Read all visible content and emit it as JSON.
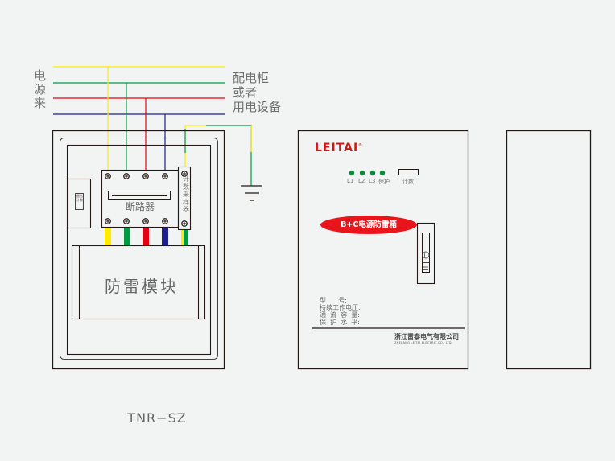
{
  "source_label": "电源来",
  "destination_label": [
    "配电柜",
    "或者",
    "用电设备"
  ],
  "wire_colors": {
    "L1": "#ffea00",
    "L2": "#009944",
    "L3": "#e60012",
    "N": "#1d2088",
    "PE_yellow": "#ffea00",
    "PE_green": "#009944"
  },
  "wiring_diagram": {
    "breaker_label": "断路器",
    "counter_sampler_label": "计数采样器",
    "meter_label": "雷击计数",
    "module_label": "防雷模块"
  },
  "model_code": "TNR−SZ",
  "front_panel": {
    "brand": "LEITAI",
    "brand_mark": "®",
    "indicators": [
      {
        "label": "L1",
        "color": "#0a8a3a"
      },
      {
        "label": "L2",
        "color": "#0a8a3a"
      },
      {
        "label": "L3",
        "color": "#0a8a3a"
      },
      {
        "label": "保护",
        "color": "#0a8a3a"
      }
    ],
    "counter_label": "计数",
    "product_badge": "B+C电源防雷箱",
    "badge_color": "#e8151c",
    "specs": [
      "型      号:",
      "持续工作电压:",
      "通  流  容  量:",
      "保  护  水  平:"
    ],
    "company_cn": "浙江雷泰电气有限公司",
    "company_en": "ZHEJIANG LEITAI ELECTRIC CO., LTD."
  }
}
